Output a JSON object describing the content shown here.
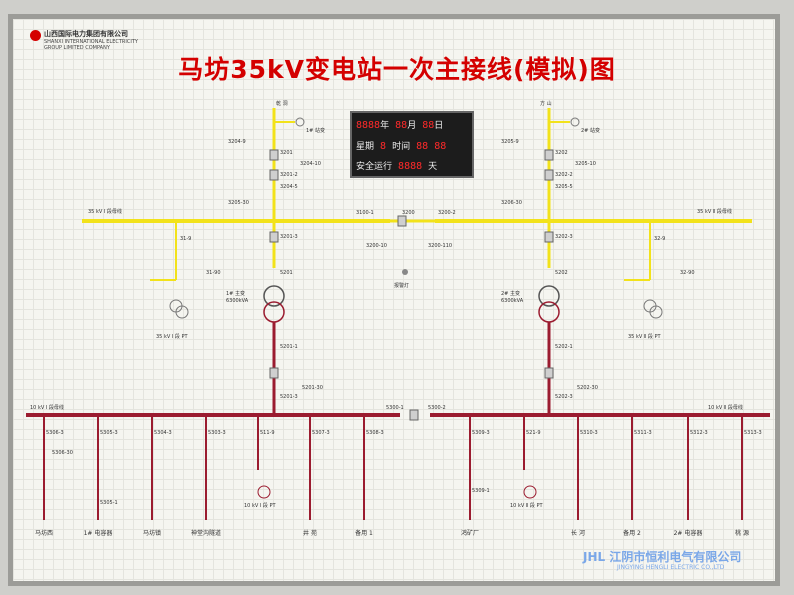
{
  "title": "马坊35kV变电站一次主接线(模拟)图",
  "company": {
    "name_cn": "山西国际电力集团有限公司",
    "name_en_line1": "SHANXI INTERNATIONAL ELECTRICITY",
    "name_en_line2": "GROUP LIMITED COMPANY"
  },
  "panel": {
    "row1": {
      "digits_year": "8888",
      "year": "年",
      "digits_month": "88",
      "month": "月",
      "digits_day": "88",
      "day": "日"
    },
    "row2": {
      "week": "星期",
      "digit_week": "8",
      "time": "时间",
      "digits_hour": "88",
      "digits_min": "88"
    },
    "row3": {
      "safe": "安全运行",
      "digits_days": "8888",
      "days": "天"
    }
  },
  "incoming": {
    "left": "乾 洞",
    "right": "方 山"
  },
  "buses": {
    "b35_1": "35 kV Ⅰ 段母线",
    "b35_2": "35 kV Ⅱ 段母线",
    "b10_1": "10 kV Ⅰ 段母线",
    "b10_2": "10 kV Ⅱ 段母线"
  },
  "station_tx": {
    "left": "1# 站变",
    "right": "2# 站变"
  },
  "main_tx": {
    "left_name": "1# 主变",
    "left_cap": "6300kVA",
    "right_name": "2# 主变",
    "right_cap": "6300kVA"
  },
  "pt": {
    "left35": "35 kV Ⅰ 段 PT",
    "right35": "35 kV Ⅱ 段 PT",
    "left10": "10 kV Ⅰ 段 PT",
    "right10": "10 kV Ⅱ 段 PT"
  },
  "alarm": "报警灯",
  "device_labels": {
    "l_3204_9": "3204-9",
    "l_3201": "3201",
    "l_3201_2": "3201-2",
    "l_3204_10": "3204-10",
    "l_3204_5": "3204-5",
    "l_3205_30": "3205-30",
    "l_3201_3": "3201-3",
    "l_31_9": "31-9",
    "l_31_90": "31-90",
    "l_3100_1": "3100-1",
    "l_3200": "3200",
    "l_3200_2": "3200-2",
    "l_3200_10": "3200-10",
    "l_3200_110": "3200-110",
    "r_3205_9": "3205-9",
    "r_3202": "3202",
    "r_3202_2": "3202-2",
    "r_3205_10": "3205-10",
    "r_3205_5": "3205-5",
    "r_3206_30": "3206-30",
    "r_3202_3": "3202-3",
    "r_32_9": "32-9",
    "r_32_90": "32-90",
    "lt_5201": "5201",
    "lt_5201_1": "5201-1",
    "lt_5201_3": "5201-3",
    "lt_5201_30": "5201-30",
    "rt_5202": "5202",
    "rt_5202_1": "5202-1",
    "rt_5202_3": "5202-3",
    "rt_5202_30": "5202-30",
    "bt_5300_1": "5300-1",
    "bt_5300_2": "5300-2",
    "f_5306_3": "5306-3",
    "f_5306_30": "5306-30",
    "f_5305_3": "5305-3",
    "f_5305_1": "5305-1",
    "f_5304_3": "5304-3",
    "f_5303_3": "5303-3",
    "f_511_9": "511-9",
    "f_5307_3": "5307-3",
    "f_5308_3": "5308-3",
    "f_5309_3": "5309-3",
    "f_5309_1": "5309-1",
    "f_521_9": "521-9",
    "f_5310_3": "5310-3",
    "f_5311_3": "5311-3",
    "f_5312_3": "5312-3",
    "f_5313_3": "5313-3"
  },
  "feeders_left": [
    "马坊西",
    "1# 电容器",
    "马坊镇",
    "神堂沟隧道",
    "10 kV Ⅰ 段 PT",
    "井 苑",
    "备用 1"
  ],
  "feeders_right": [
    "鸿矿厂",
    "10 kV Ⅱ 段 PT",
    "长 河",
    "备用 2",
    "2# 电容器",
    "桃 源"
  ],
  "brand": {
    "cn": "江阴市恒利电气有限公司",
    "en": "JINGYING HENGLI ELECTRIC CO.,LTD",
    "logo": "JHL"
  },
  "colors": {
    "bus35": "#f2e21a",
    "bus10": "#9b1c30",
    "title": "#d40000",
    "led": "#ff2a2a"
  }
}
